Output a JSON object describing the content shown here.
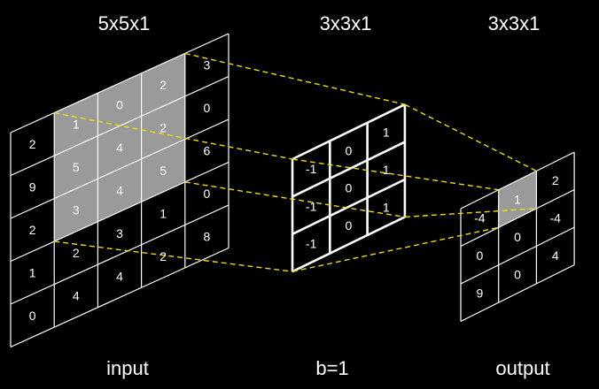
{
  "titles": {
    "input": "5x5x1",
    "kernel": "3x3x1",
    "output": "3x3x1"
  },
  "captions": {
    "input": "input",
    "bias": "b=1",
    "output": "output"
  },
  "colors": {
    "background": "#000000",
    "grid": "#ffffff",
    "highlight": "#9a9a9a",
    "connector": "#e8e000"
  },
  "input_matrix": [
    [
      "2",
      "1",
      "0",
      "2",
      "3"
    ],
    [
      "9",
      "5",
      "4",
      "2",
      "0"
    ],
    [
      "2",
      "3",
      "4",
      "5",
      "6"
    ],
    [
      "1",
      "2",
      "3",
      "1",
      "0"
    ],
    [
      "0",
      "4",
      "4",
      "2",
      "8"
    ]
  ],
  "input_highlight": [
    [
      0,
      1
    ],
    [
      0,
      2
    ],
    [
      0,
      3
    ],
    [
      1,
      1
    ],
    [
      1,
      2
    ],
    [
      1,
      3
    ],
    [
      2,
      1
    ],
    [
      2,
      2
    ],
    [
      2,
      3
    ]
  ],
  "kernel_matrix": [
    [
      "-1",
      "0",
      "1"
    ],
    [
      "-1",
      "0",
      "1"
    ],
    [
      "-1",
      "0",
      "1"
    ]
  ],
  "output_matrix": [
    [
      "-4",
      "1",
      "2"
    ],
    [
      "0",
      "0",
      "-4"
    ],
    [
      "9",
      "0",
      "4"
    ]
  ],
  "output_highlight": [
    [
      0,
      1
    ]
  ]
}
